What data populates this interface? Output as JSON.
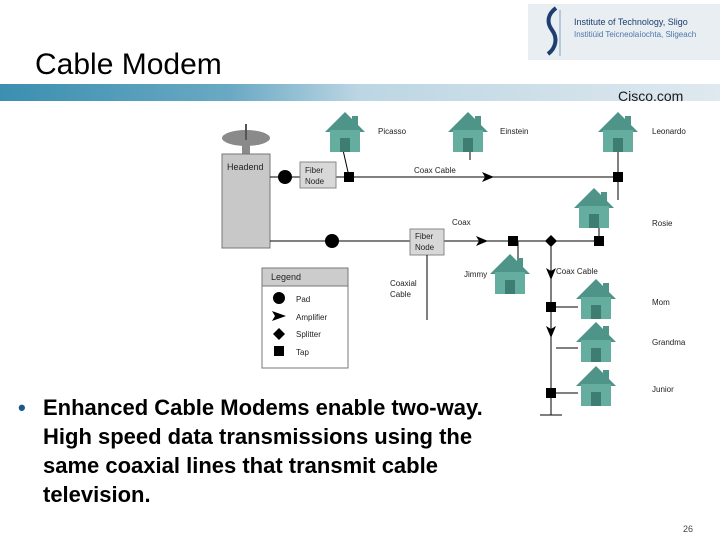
{
  "slide": {
    "title": "Cable Modem",
    "bullet": "Enhanced Cable Modems enable two-way. High speed data transmissions using the same coaxial lines that transmit cable television.",
    "page_number": "26"
  },
  "logo": {
    "line1": "Institute of Technology, Sligo",
    "line2": "Institiúid Teicneolaíochta, Sligeach"
  },
  "diagram": {
    "brand": "Cisco.com",
    "headend_label": "Headend",
    "fiber_node_label": "Fiber Node",
    "fiber_node_label_2": "Fiber Node",
    "coax_cable_label": "Coax Cable",
    "coax_label": "Coax",
    "coax_cable_label_2": "Coax Cable",
    "coaxial_cable_label": "Coaxial Cable",
    "homes": [
      "Picasso",
      "Einstein",
      "Leonardo",
      "Rosie",
      "Jimmy",
      "Mom",
      "Grandma",
      "Junior"
    ],
    "legend": {
      "title": "Legend",
      "items": [
        "Pad",
        "Amplifier",
        "Splitter",
        "Tap"
      ]
    }
  },
  "colors": {
    "band": "#3b8fb0",
    "house_green": "#5fa59a",
    "headend_gray": "#c8c8c8",
    "accent_blue": "#1a5a8a"
  }
}
